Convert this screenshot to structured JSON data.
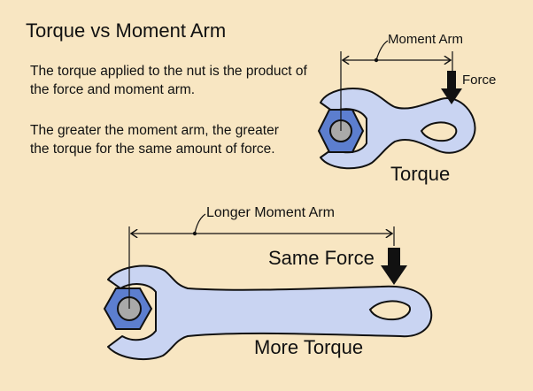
{
  "title": "Torque vs Moment Arm",
  "paragraph_1": "The torque applied to the nut is the product of the force and moment arm.",
  "paragraph_2": "The greater the moment arm, the greater the torque for the same amount of force.",
  "top_diagram": {
    "moment_arm_label": "Moment Arm",
    "force_label": "Force",
    "caption": "Torque"
  },
  "bottom_diagram": {
    "moment_arm_label": "Longer Moment Arm",
    "force_label": "Same Force",
    "caption": "More Torque"
  },
  "colors": {
    "background": "#f8e6c2",
    "wrench": "#c9d4f2",
    "nut": "#5c7ecf",
    "bolt": "#a9a9a9",
    "outline": "#111111"
  }
}
